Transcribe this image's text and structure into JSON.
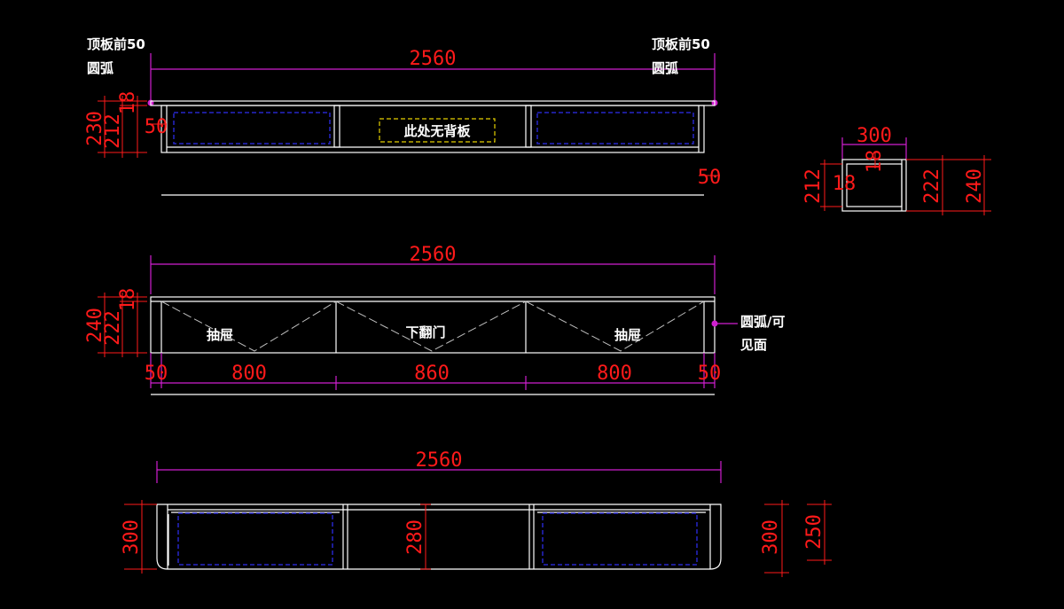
{
  "colors": {
    "background": "#000000",
    "outline": "#ffffff",
    "dimension_line": "#d01fd0",
    "dimension_text": "#ff1a1a",
    "inner_panel": "#2626c8",
    "note_box": "#e6d000"
  },
  "top_view": {
    "overall_width": "2560",
    "note_left_line1": "顶板前50",
    "note_left_line2": "圆弧",
    "note_right_line1": "顶板前50",
    "note_right_line2": "圆弧",
    "no_back_panel": "此处无背板",
    "dim_height_total": "230",
    "dim_height_inner": "212",
    "dim_top_thickness": "18",
    "dim_left_offset": "50",
    "dim_right_offset": "50"
  },
  "front_view": {
    "overall_width": "2560",
    "dim_height_total": "240",
    "dim_height_inner": "222",
    "dim_top_thickness": "18",
    "label_left": "抽屉",
    "label_center": "下翻门",
    "label_right": "抽屉",
    "note_right_line1": "圆弧/可",
    "note_right_line2": "见面",
    "seg_left_offset": "50",
    "seg_left": "800",
    "seg_center": "860",
    "seg_right": "800",
    "seg_right_offset": "50"
  },
  "plan_view": {
    "overall_width": "2560",
    "dim_depth_left": "300",
    "dim_inner_depth": "280",
    "dim_depth_right": "300",
    "dim_panel_depth": "250"
  },
  "side_view": {
    "width": "300",
    "thickness_top": "18",
    "thickness_side": "18",
    "dim_inner_height": "212",
    "dim_height_a": "222",
    "dim_height_b": "240"
  }
}
